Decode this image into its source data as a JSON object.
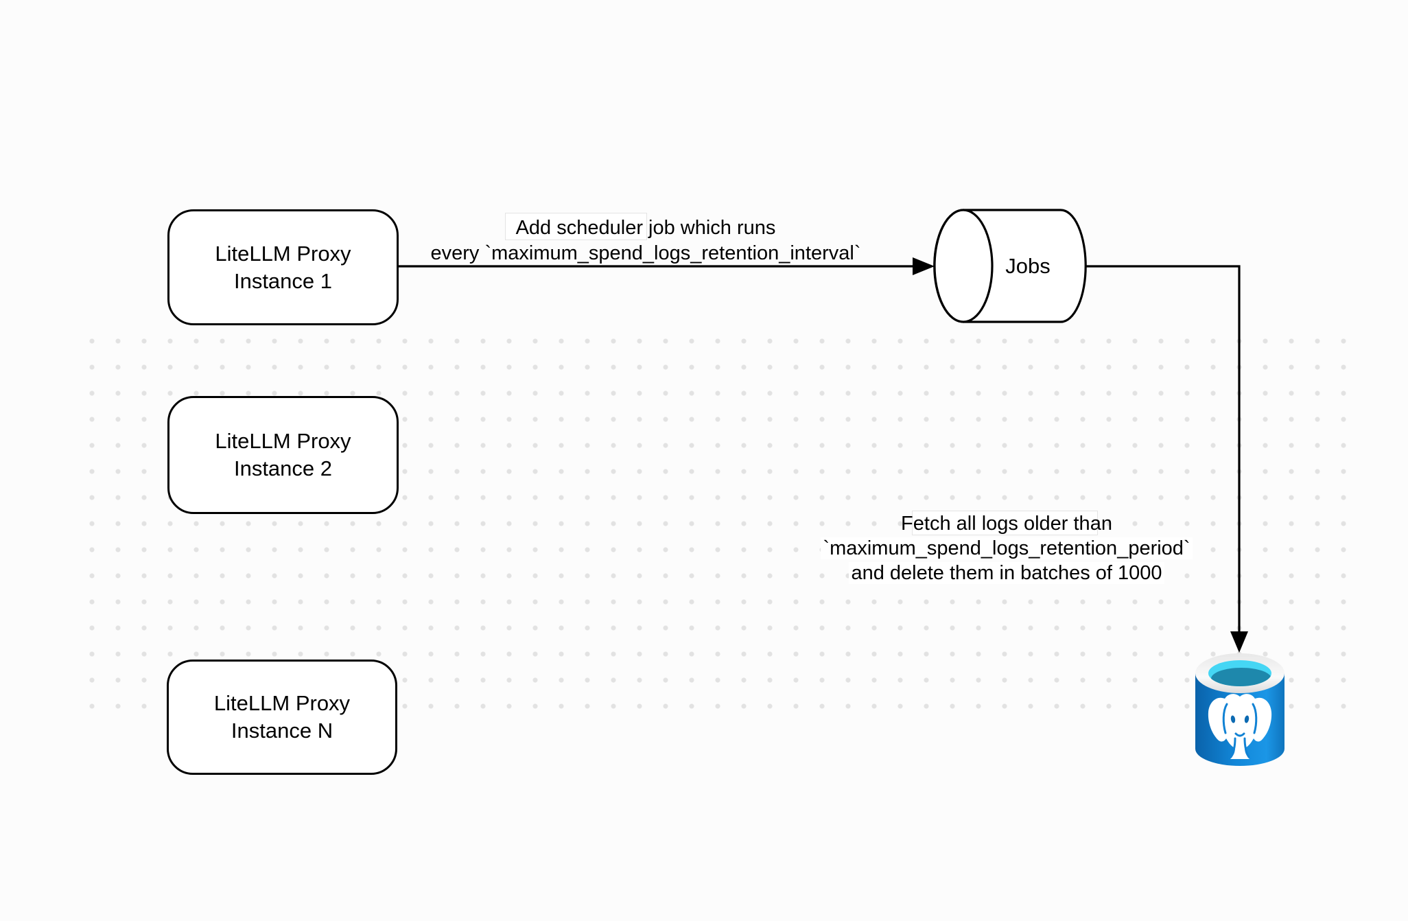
{
  "diagram": {
    "background_color": "#fcfcfc",
    "dot_grid_color": "#e2e2e2",
    "stroke_color": "#000000",
    "nodes": {
      "instance1": {
        "line1": "LiteLLM Proxy",
        "line2": "Instance 1"
      },
      "instance2": {
        "line1": "LiteLLM Proxy",
        "line2": "Instance 2"
      },
      "instanceN": {
        "line1": "LiteLLM Proxy",
        "line2": "Instance N"
      },
      "jobs": {
        "label": "Jobs"
      },
      "postgres": {
        "icon": "postgresql-database-icon"
      }
    },
    "edges": {
      "scheduler": {
        "line1": "Add scheduler job which runs",
        "line2": "every `maximum_spend_logs_retention_interval`"
      },
      "cleanup": {
        "line1": "Fetch all logs older than",
        "line2": "`maximum_spend_logs_retention_period`",
        "line3": "and delete them in batches of 1000"
      }
    },
    "postgres_icon_colors": {
      "body_dark": "#0a62aa",
      "body_main": "#1287d8",
      "rim": "#f0f0f0",
      "inner_top": "#45d6f4",
      "inner_bottom": "#1e88ac",
      "elephant": "#ffffff"
    }
  }
}
